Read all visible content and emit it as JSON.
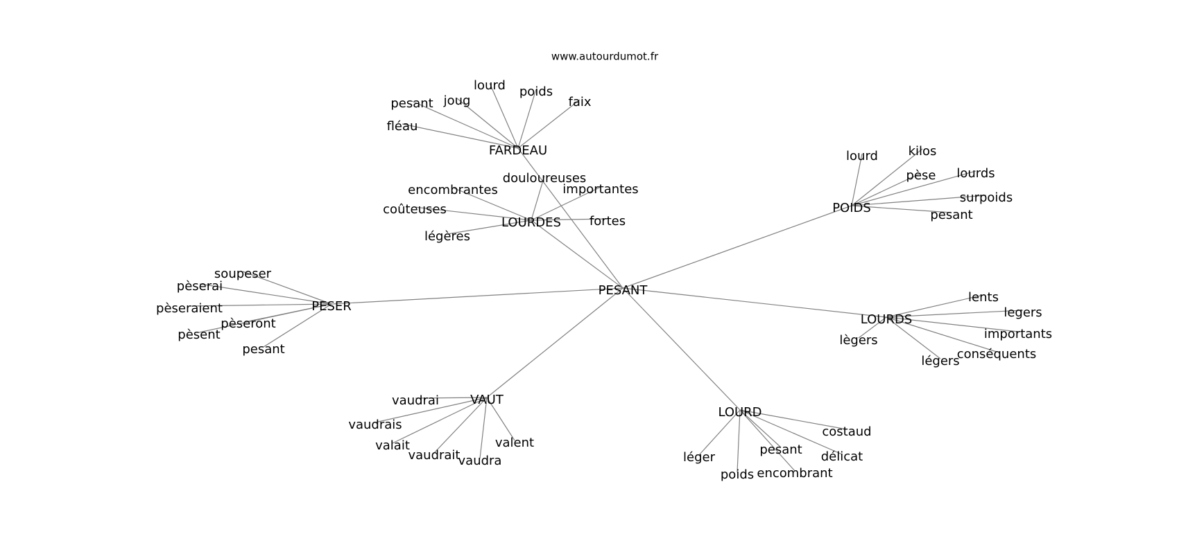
{
  "source": "www.autourdumot.fr",
  "center": "PESANT",
  "clusters": [
    {
      "hub": "FARDEAU",
      "leaves": [
        "fléau",
        "pesant",
        "joug",
        "lourd",
        "poids",
        "faix"
      ]
    },
    {
      "hub": "LOURDES",
      "leaves": [
        "encombrantes",
        "douloureuses",
        "importantes",
        "coûteuses",
        "fortes",
        "légères"
      ]
    },
    {
      "hub": "POIDS",
      "leaves": [
        "lourd",
        "kilos",
        "pèse",
        "lourds",
        "surpoids",
        "pesant"
      ]
    },
    {
      "hub": "PESER",
      "leaves": [
        "soupeser",
        "pèserai",
        "pèseraient",
        "pèseront",
        "pèsent",
        "pesant"
      ]
    },
    {
      "hub": "LOURDS",
      "leaves": [
        "lents",
        "legers",
        "importants",
        "conséquents",
        "lègers",
        "légers"
      ]
    },
    {
      "hub": "VAUT",
      "leaves": [
        "vaudrai",
        "vaudrais",
        "valait",
        "vaudrait",
        "vaudra",
        "valent"
      ]
    },
    {
      "hub": "LOURD",
      "leaves": [
        "costaud",
        "pesant",
        "délicat",
        "léger",
        "poids",
        "encombrant"
      ]
    }
  ],
  "colors": {
    "edge": "#808080",
    "text": "#000000",
    "background": "#ffffff"
  }
}
